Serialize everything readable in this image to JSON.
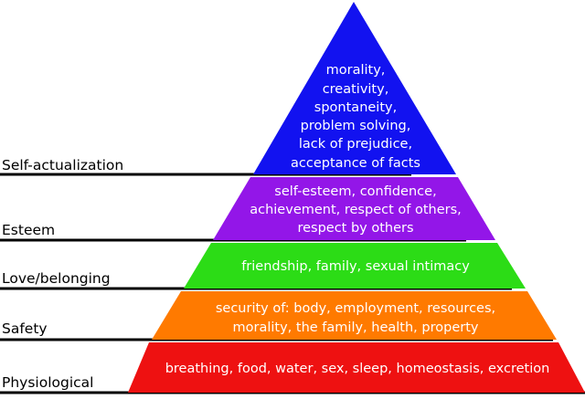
{
  "pyramid": {
    "levels": [
      {
        "label": "Self-actualization",
        "color": "#1212f0",
        "lines": [
          "morality,",
          "creativity,",
          "spontaneity,",
          "problem solving,",
          "lack of prejudice,",
          "acceptance of facts"
        ]
      },
      {
        "label": "Esteem",
        "color": "#9316e8",
        "lines": [
          "self-esteem, confidence,",
          "achievement, respect of others,",
          "respect by others"
        ]
      },
      {
        "label": "Love/belonging",
        "color": "#2cdc16",
        "lines": [
          "friendship, family, sexual intimacy"
        ]
      },
      {
        "label": "Safety",
        "color": "#ff7a00",
        "lines": [
          "security of: body, employment, resources,",
          "morality, the family, health, property"
        ]
      },
      {
        "label": "Physiological",
        "color": "#ee1111",
        "lines": [
          "breathing, food, water, sex, sleep, homeostasis, excretion"
        ]
      }
    ]
  }
}
